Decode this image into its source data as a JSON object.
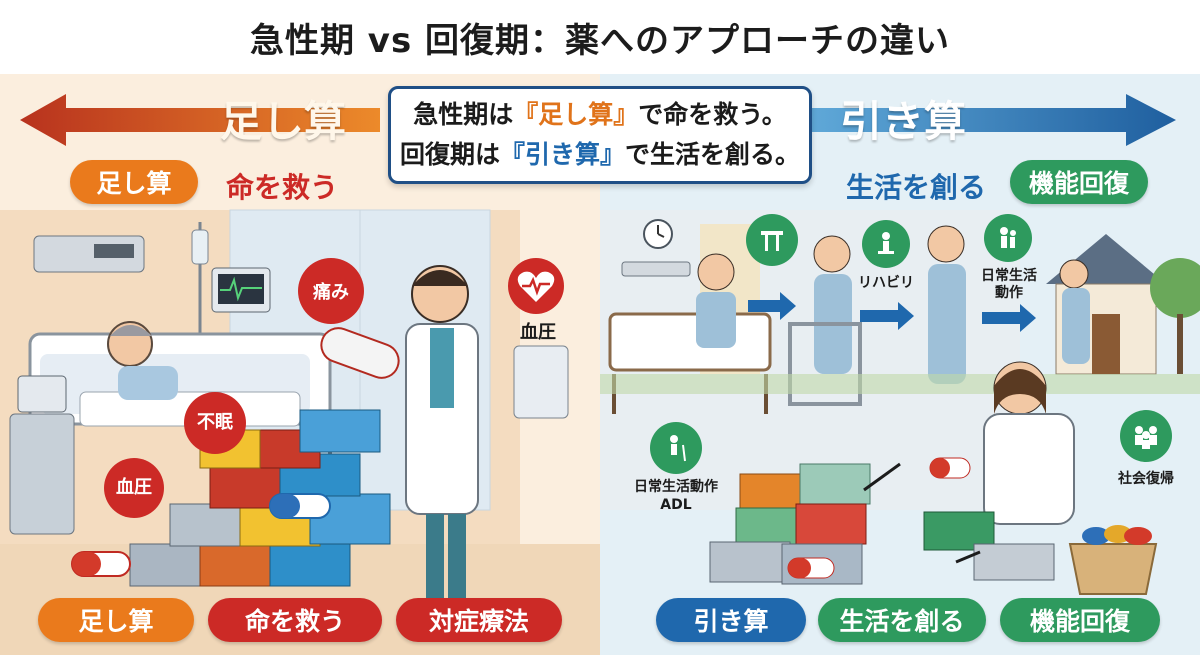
{
  "title": "急性期 vs 回復期：薬へのアプローチの違い",
  "center_message": {
    "line1_pre": "急性期は",
    "line1_hl": "『足し算』",
    "line1_post": "で命を救う。",
    "line2_pre": "回復期は",
    "line2_hl": "『引き算』",
    "line2_post": "で生活を創る。"
  },
  "left": {
    "arrow_label": "足し算",
    "tag_pill": "足し算",
    "tag_text": "命を救う",
    "bubbles": {
      "pain": "痛み",
      "insomnia": "不眠",
      "bp_small": "血圧",
      "bp_icon_label": "血圧"
    },
    "bottom_pills": [
      "足し算",
      "命を救う",
      "対症療法"
    ]
  },
  "right": {
    "arrow_label": "引き算",
    "tag_text": "生活を創る",
    "tag_pill": "機能回復",
    "icon_labels": {
      "rehab": "リハビリ",
      "adl_top": "日常生活\n動作",
      "adl_left": "日常生活動作\nADL",
      "social": "社会復帰"
    },
    "bottom_pills": [
      "引き算",
      "生活を創る",
      "機能回復"
    ]
  },
  "colors": {
    "orange": "#ea7a1c",
    "red": "#cc2a26",
    "blue": "#1f68ad",
    "green": "#2e9a5e",
    "left_bg": "#fbeede",
    "right_bg": "#e4f0f6"
  }
}
